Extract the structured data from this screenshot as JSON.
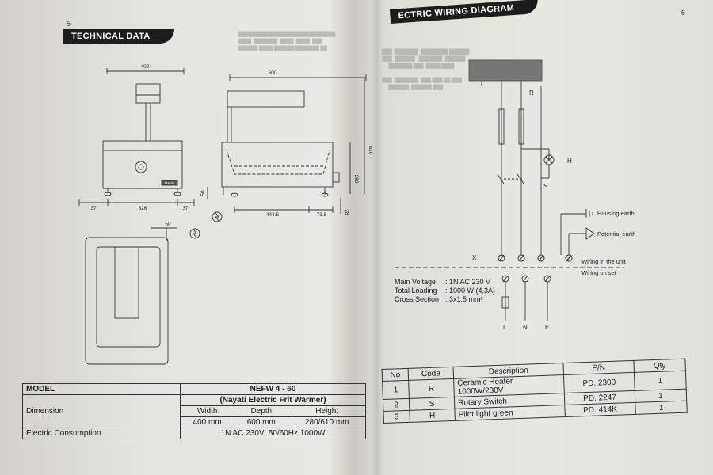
{
  "left_page": {
    "page_number": "5",
    "section_title": "TECHNICAL DATA",
    "drawing": {
      "dims_top_view": [
        "400"
      ],
      "dims_side_view": [
        "600",
        "610",
        "280"
      ],
      "dims_bottom_front": [
        "37",
        "326",
        "37"
      ],
      "dims_bottom_side": [
        "50",
        "444.5",
        "73.5",
        "28"
      ],
      "dim_plan": "50",
      "brand_plate": "Nayati"
    },
    "spec_table": {
      "model_label": "MODEL",
      "model_value": "NEFW 4 - 60",
      "model_name": "(Nayati Electric Frit Warmer)",
      "dimension_label": "Dimension",
      "width_label": "Width",
      "depth_label": "Depth",
      "height_label": "Height",
      "width_value": "400 mm",
      "depth_value": "600 mm",
      "height_value": "280/610 mm",
      "consumption_label": "Electric Consumption",
      "consumption_value": "1N AC 230V; 50/60Hz;1000W"
    }
  },
  "right_page": {
    "page_number": "6",
    "section_title": "ECTRIC WIRING DIAGRAM",
    "diagram": {
      "phase_labels": [
        "R"
      ],
      "component_labels": [
        "H",
        "S"
      ],
      "terminal_label": "X",
      "housing_earth": "Housing earth",
      "potential_earth": "Potential earth",
      "wiring_unit": "Wiring in the unit",
      "wiring_set": "Wiring on set",
      "outputs": [
        "L",
        "N",
        "E"
      ]
    },
    "ratings": [
      {
        "label": "Main Voltage",
        "value": ": 1N AC 230 V"
      },
      {
        "label": "Total Loading",
        "value": ": 1000 W (4,3A)"
      },
      {
        "label": "Cross Section",
        "value": ": 3x1,5 mm²"
      }
    ],
    "parts_table": {
      "headers": {
        "no": "No",
        "code": "Code",
        "description": "Description",
        "pn": "P/N",
        "qty": "Qty"
      },
      "rows": [
        {
          "no": "1",
          "code": "R",
          "description": "Ceramic Heater 1000W/230V",
          "pn": "PD. 2300",
          "qty": "1"
        },
        {
          "no": "2",
          "code": "S",
          "description": "Rotary Switch",
          "pn": "PD. 2247",
          "qty": "1"
        },
        {
          "no": "3",
          "code": "H",
          "description": "Pilot light green",
          "pn": "PD. 414K",
          "qty": "1"
        }
      ]
    }
  },
  "colors": {
    "paper": "#e8e8e3",
    "ink": "#1b1b1b",
    "banner": "#1d1d1d"
  }
}
